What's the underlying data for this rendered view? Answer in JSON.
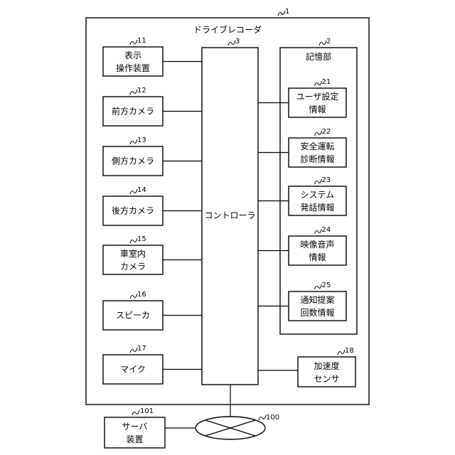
{
  "device": {
    "title": "ドライブレコーダ",
    "ref": "1"
  },
  "controller": {
    "label": "コントローラ",
    "ref": "3"
  },
  "left_blocks": [
    {
      "lines": [
        "表示",
        "操作装置"
      ],
      "ref": "11"
    },
    {
      "lines": [
        "前方カメラ"
      ],
      "ref": "12"
    },
    {
      "lines": [
        "側方カメラ"
      ],
      "ref": "13"
    },
    {
      "lines": [
        "後方カメラ"
      ],
      "ref": "14"
    },
    {
      "lines": [
        "車室内",
        "カメラ"
      ],
      "ref": "15"
    },
    {
      "lines": [
        "スピーカ"
      ],
      "ref": "16"
    },
    {
      "lines": [
        "マイク"
      ],
      "ref": "17"
    }
  ],
  "storage": {
    "title": "記憶部",
    "ref": "2",
    "items": [
      {
        "lines": [
          "ユーザ設定",
          "情報"
        ],
        "ref": "21"
      },
      {
        "lines": [
          "安全運転",
          "診断情報"
        ],
        "ref": "22"
      },
      {
        "lines": [
          "システム",
          "発話情報"
        ],
        "ref": "23"
      },
      {
        "lines": [
          "映像音声",
          "情報"
        ],
        "ref": "24"
      },
      {
        "lines": [
          "通知提案",
          "回数情報"
        ],
        "ref": "25"
      }
    ]
  },
  "sensor": {
    "lines": [
      "加速度",
      "センサ"
    ],
    "ref": "18"
  },
  "server": {
    "lines": [
      "サーバ",
      "装置"
    ],
    "ref": "101"
  },
  "network": {
    "ref": "100"
  }
}
